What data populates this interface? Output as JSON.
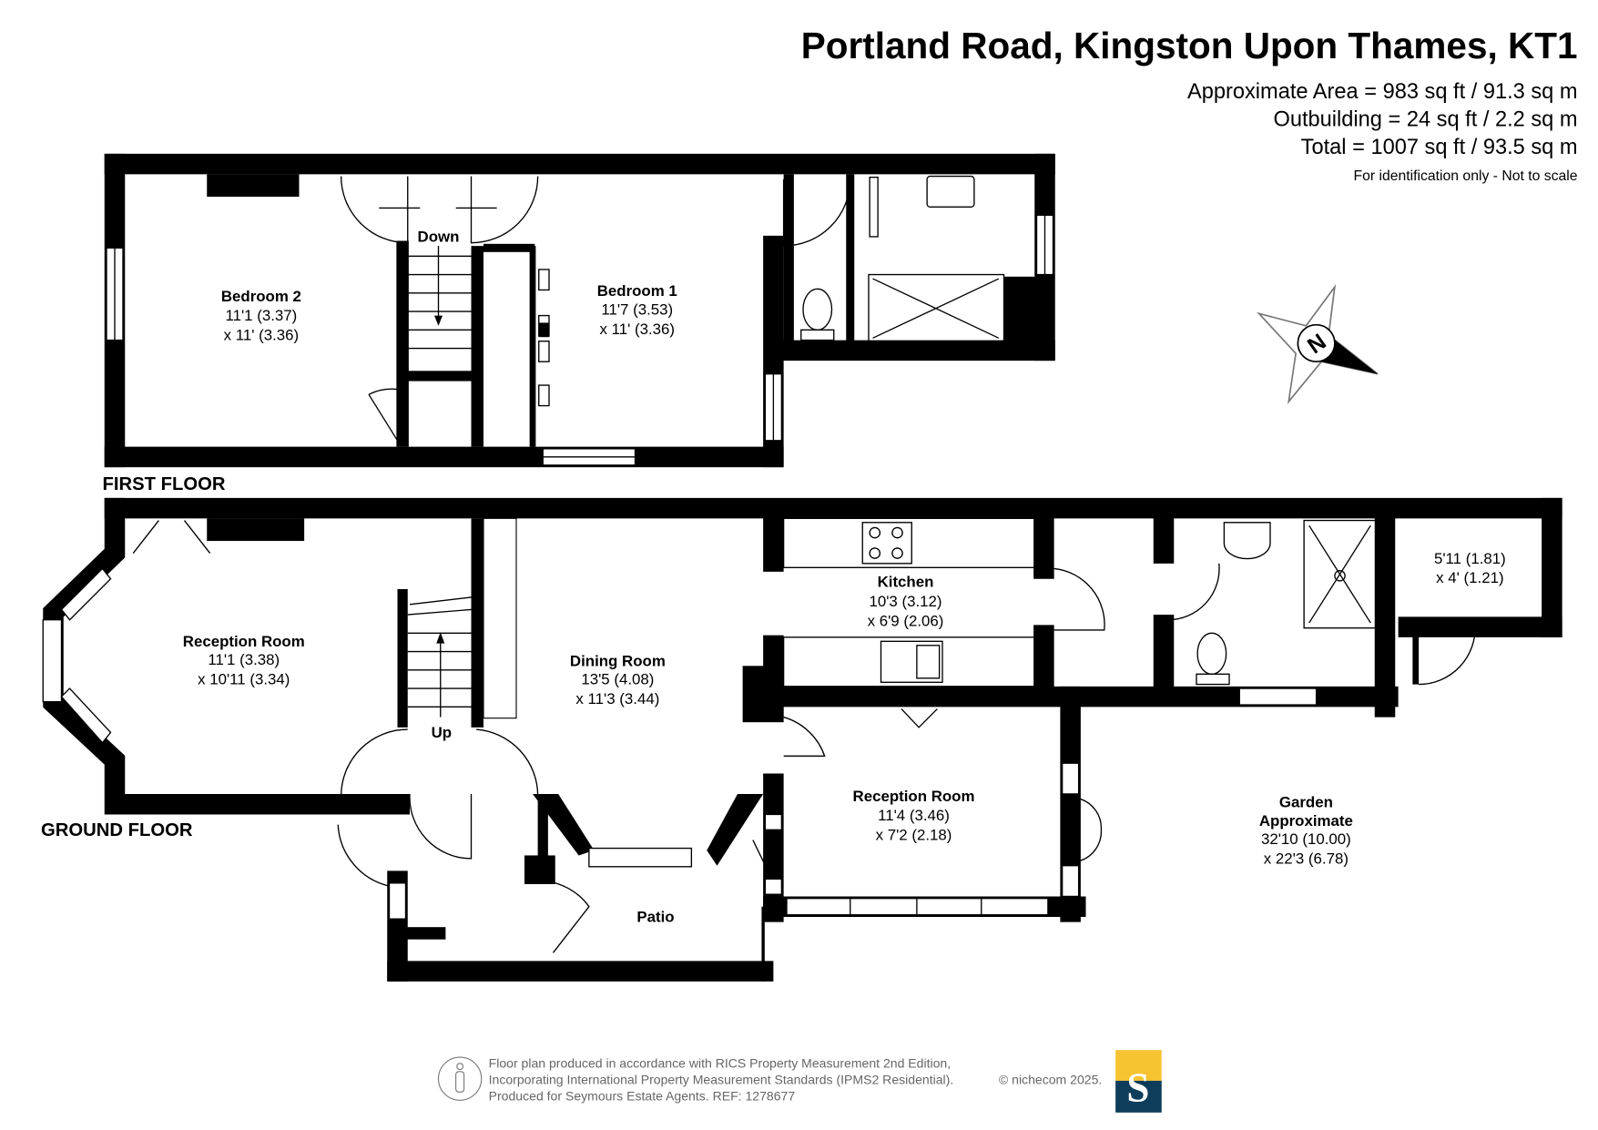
{
  "header": {
    "title": "Portland Road, Kingston Upon Thames, KT1",
    "area": "Approximate Area = 983 sq ft / 91.3 sq m",
    "outbuilding": "Outbuilding = 24 sq ft / 2.2 sq m",
    "total": "Total = 1007 sq ft / 93.5 sq m",
    "note": "For identification only - Not to scale"
  },
  "first_floor": {
    "label": "FIRST FLOOR",
    "stairs_label": "Down",
    "rooms": [
      {
        "name": "Bedroom 2",
        "dim1": "11'1 (3.37)",
        "dim2": "x 11' (3.36)"
      },
      {
        "name": "Bedroom 1",
        "dim1": "11'7 (3.53)",
        "dim2": "x 11' (3.36)"
      }
    ]
  },
  "ground_floor": {
    "label": "GROUND FLOOR",
    "stairs_label": "Up",
    "rooms": [
      {
        "name": "Reception Room",
        "dim1": "11'1 (3.38)",
        "dim2": "x 10'11 (3.34)"
      },
      {
        "name": "Kitchen",
        "dim1": "10'3 (3.12)",
        "dim2": "x 6'9 (2.06)"
      },
      {
        "name": "Dining Room",
        "dim1": "13'5 (4.08)",
        "dim2": "x 11'3 (3.44)"
      },
      {
        "name": "Reception Room",
        "dim1": "11'4 (3.46)",
        "dim2": "x 7'2 (2.18)"
      }
    ],
    "outbuilding": {
      "dim1": "5'11 (1.81)",
      "dim2": "x 4' (1.21)"
    },
    "garden": {
      "name1": "Garden",
      "name2": "Approximate",
      "dim1": "32'10 (10.00)",
      "dim2": "x 22'3 (6.78)"
    },
    "patio": "Patio"
  },
  "compass": {
    "letter": "N"
  },
  "footer": {
    "line1": "Floor plan produced in accordance with RICS Property Measurement 2nd Edition,",
    "line2": "Incorporating International Property Measurement Standards (IPMS2 Residential).",
    "copyright": "© nichecom 2025.",
    "line3": "Produced for Seymours Estate Agents.   REF: 1278677",
    "logo_letter": "S",
    "logo_colors": {
      "top": "#f6c331",
      "bottom": "#0e3d5c"
    }
  }
}
